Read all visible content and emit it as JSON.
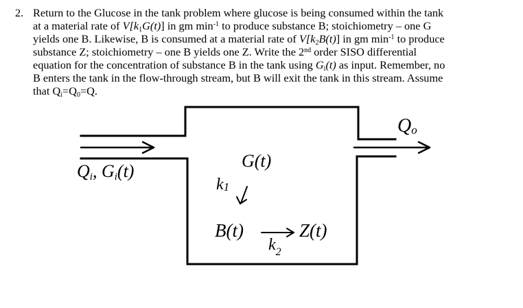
{
  "problem": {
    "number": "2.",
    "lines": [
      {
        "a": "Return to the Glucose in the tank problem where glucose is being consumed within the tank"
      },
      {
        "a": "at a material rate of ",
        "b": "V[k",
        "b_sub": "1",
        "c": "G(t)",
        "d": "] in gm min",
        "d_sup": "-1",
        "e": " to produce substance B; stoichiometry – one G"
      },
      {
        "a": "yields one B. Likewise, B is consumed  at a material rate of ",
        "b": "V[k",
        "b_sub": "2",
        "c": "B(t)",
        "d": "] in gm min",
        "d_sup": "-1",
        "e": " to produce"
      },
      {
        "a": "substance Z; stoichiometry – one B yields one Z. Write the 2",
        "a_sup": "nd",
        "b": " order SISO differential"
      },
      {
        "a": "equation for the concentration of substance B in the tank using ",
        "b": "G",
        "b_sub": "i",
        "c": "(t)",
        "d": " as input.  Remember, no"
      },
      {
        "a": "B enters the tank in the flow-through stream, but B will exit the tank in this stream.  Assume"
      },
      {
        "a": "that Q",
        "a_sub": "i",
        "b": "=Q",
        "b_sub": "0",
        "c": "=Q."
      }
    ]
  },
  "diagram": {
    "inlet_flow": "Q",
    "inlet_flow_sub": "i",
    "inlet_sep": ",",
    "inlet_conc": "G",
    "inlet_conc_sub": "i",
    "inlet_conc_arg": "(t)",
    "outlet_flow": "Q",
    "outlet_flow_sub": "o",
    "glucose": "G(t)",
    "k1": "k",
    "k1_sub": "1",
    "product_b": "B(t)",
    "product_z": "Z(t)",
    "k2": "k",
    "k2_sub": "2"
  }
}
